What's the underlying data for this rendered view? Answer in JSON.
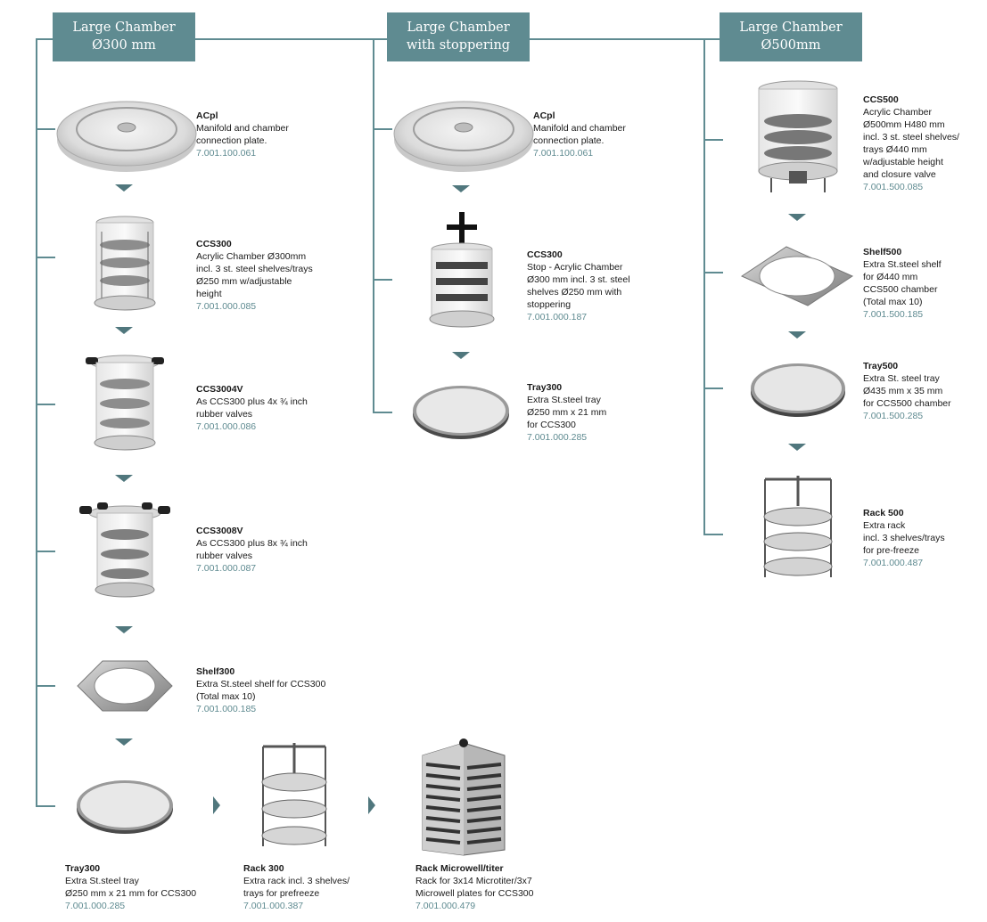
{
  "headers": {
    "h1": {
      "line1": "Large Chamber",
      "line2": "Ø300 mm"
    },
    "h2": {
      "line1": "Large Chamber",
      "line2": "with stoppering"
    },
    "h3": {
      "line1": "Large Chamber",
      "line2": "Ø500mm"
    }
  },
  "products": {
    "acpl_a": {
      "name": "ACpl",
      "desc": "Manifold and chamber\nconnection plate.",
      "code": "7.001.100.061"
    },
    "ccs300_a": {
      "name": "CCS300",
      "desc": "Acrylic Chamber Ø300mm\nincl. 3 st. steel shelves/trays\nØ250 mm w/adjustable\nheight",
      "code": "7.001.000.085"
    },
    "ccs3004v": {
      "name": "CCS3004V",
      "desc": "As CCS300 plus 4x ¾ inch\nrubber valves",
      "code": "7.001.000.086"
    },
    "ccs3008v": {
      "name": "CCS3008V",
      "desc": "As CCS300 plus 8x ¾ inch\nrubber valves",
      "code": "7.001.000.087"
    },
    "shelf300": {
      "name": "Shelf300",
      "desc": "Extra St.steel shelf for CCS300\n(Total max 10)",
      "code": "7.001.000.185"
    },
    "tray300_a": {
      "name": "Tray300",
      "desc": "Extra St.steel tray\nØ250 mm x 21 mm for CCS300",
      "code": "7.001.000.285"
    },
    "rack300": {
      "name": "Rack 300",
      "desc": "Extra rack incl. 3 shelves/\ntrays for prefreeze",
      "code": "7.001.000.387"
    },
    "rackmw": {
      "name": "Rack Microwell/titer",
      "desc": "Rack for 3x14 Microtiter/3x7\nMicrowell plates for CCS300",
      "code": "7.001.000.479"
    },
    "acpl_b": {
      "name": "ACpl",
      "desc": "Manifold and chamber\nconnection plate.",
      "code": "7.001.100.061"
    },
    "ccs300_b": {
      "name": "CCS300",
      "desc": "Stop - Acrylic Chamber\nØ300 mm incl. 3 st. steel\nshelves Ø250 mm with\nstoppering",
      "code": "7.001.000.187"
    },
    "tray300_b": {
      "name": "Tray300",
      "desc": "Extra St.steel tray\nØ250 mm x 21 mm\nfor CCS300",
      "code": "7.001.000.285"
    },
    "ccs500": {
      "name": "CCS500",
      "desc": "Acrylic Chamber\nØ500mm H480 mm\nincl. 3 st. steel shelves/\ntrays Ø440 mm\nw/adjustable height\nand closure valve",
      "code": "7.001.500.085"
    },
    "shelf500": {
      "name": "Shelf500",
      "desc": "Extra St.steel shelf\nfor Ø440 mm\nCCS500 chamber\n(Total max 10)",
      "code": "7.001.500.185"
    },
    "tray500": {
      "name": "Tray500",
      "desc": "Extra St. steel tray\nØ435 mm x 35 mm\nfor CCS500 chamber",
      "code": "7.001.500.285"
    },
    "rack500": {
      "name": "Rack 500",
      "desc": "Extra rack\nincl. 3 shelves/trays\nfor pre-freeze",
      "code": "7.001.000.487"
    }
  },
  "colors": {
    "accent": "#5f8b91",
    "arrow": "#50777d"
  }
}
